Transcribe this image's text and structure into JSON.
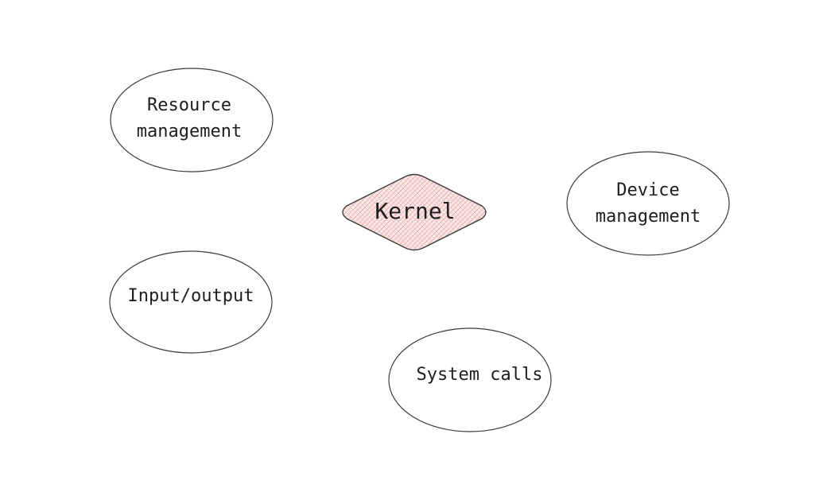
{
  "center": {
    "label": "Kernel",
    "fill_color": "#f6d4d4",
    "stroke_color": "#3a3a3a"
  },
  "nodes": [
    {
      "id": "resource-management",
      "lines": [
        "Resource",
        "management"
      ]
    },
    {
      "id": "device-management",
      "lines": [
        "Device",
        "management"
      ]
    },
    {
      "id": "input-output",
      "lines": [
        "Input/output"
      ]
    },
    {
      "id": "system-calls",
      "lines": [
        "System calls"
      ]
    }
  ]
}
